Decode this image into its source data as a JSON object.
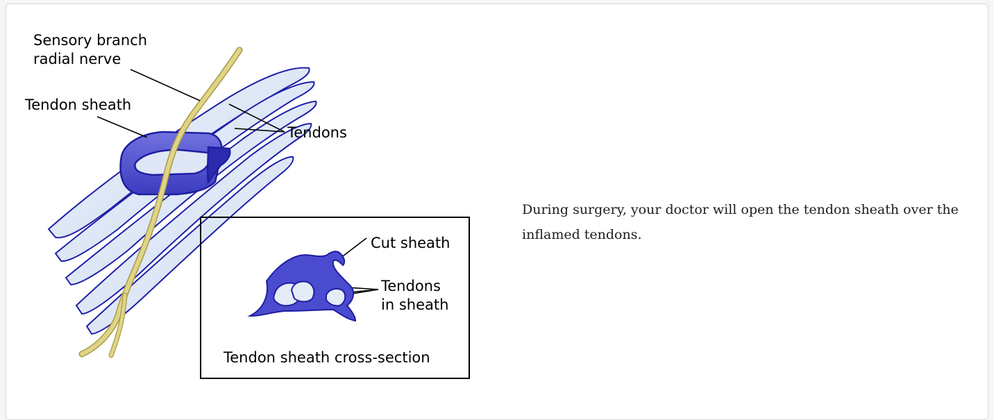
{
  "figure": {
    "labels": {
      "sensory_branch": "Sensory branch\nradial nerve",
      "tendon_sheath": "Tendon sheath",
      "tendons": "Tendons",
      "cut_sheath": "Cut sheath",
      "tendons_in_sheath": "Tendons\nin sheath",
      "inset_caption": "Tendon sheath cross-section"
    },
    "colors": {
      "tendon_fill": "#e3ecf7",
      "tendon_outline": "#1f1fa8",
      "sheath_fill": "#5a5ad6",
      "sheath_dark": "#2b2bb0",
      "nerve": "#d9cc7a",
      "nerve_outline": "#a89a45"
    }
  },
  "caption": "During surgery, your doctor will open the tendon sheath over the inflamed tendons."
}
